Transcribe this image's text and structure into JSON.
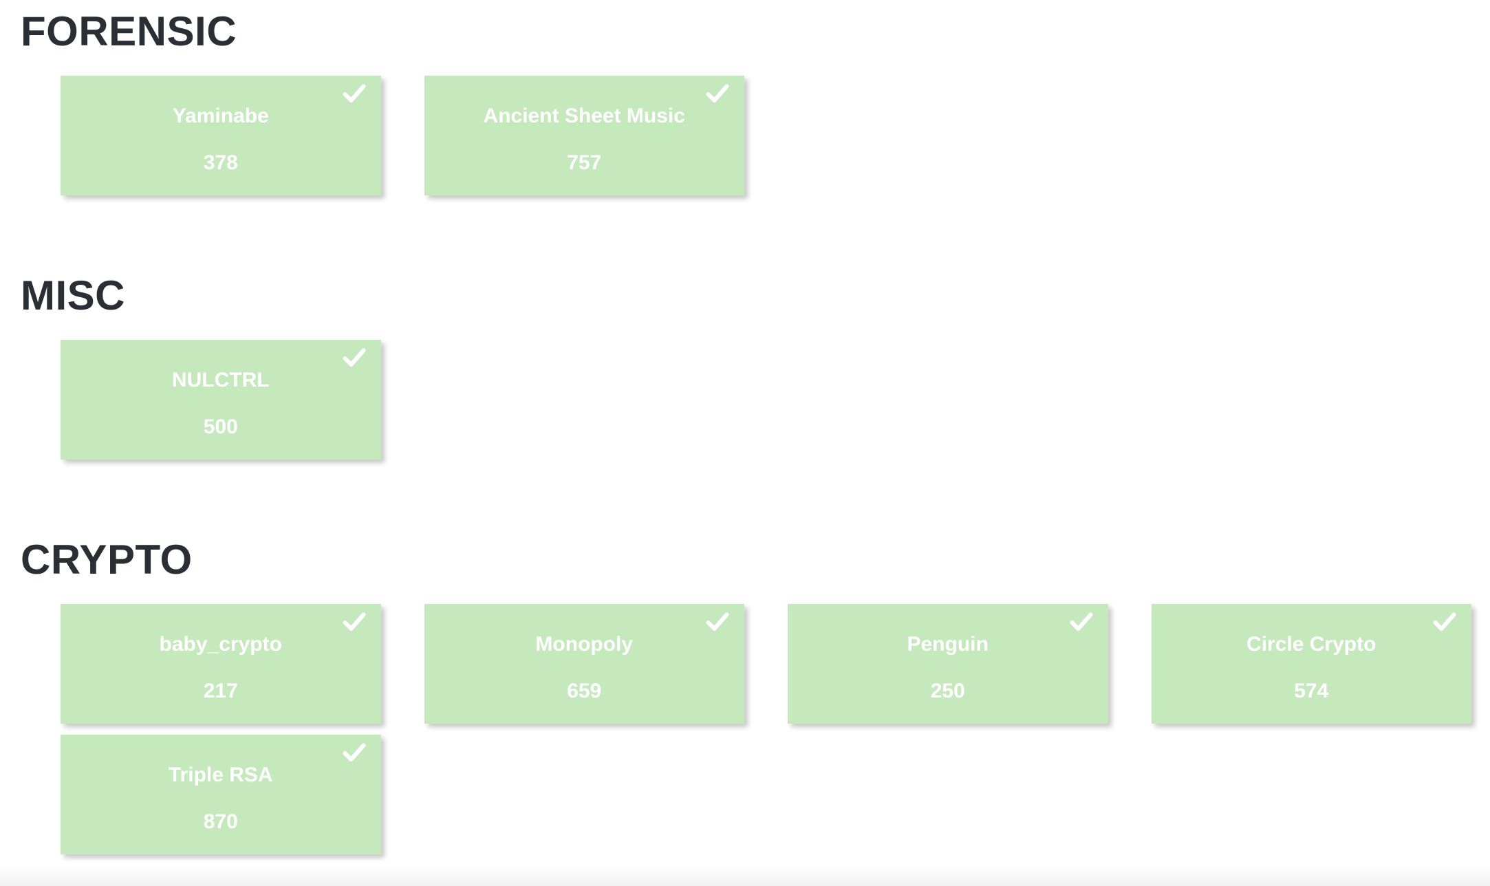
{
  "colors": {
    "card_bg": "#c6e8bd",
    "card_text": "#ffffff",
    "heading_text": "#2a2e35",
    "page_bg": "#ffffff"
  },
  "icons": {
    "solved_check": "check-mark"
  },
  "sections": [
    {
      "title": "FORENSIC",
      "challenges": [
        {
          "name": "Yaminabe",
          "points": "378",
          "solved": true
        },
        {
          "name": "Ancient Sheet Music",
          "points": "757",
          "solved": true
        }
      ]
    },
    {
      "title": "MISC",
      "challenges": [
        {
          "name": "NULCTRL",
          "points": "500",
          "solved": true
        }
      ]
    },
    {
      "title": "CRYPTO",
      "challenges": [
        {
          "name": "baby_crypto",
          "points": "217",
          "solved": true
        },
        {
          "name": "Monopoly",
          "points": "659",
          "solved": true
        },
        {
          "name": "Penguin",
          "points": "250",
          "solved": true
        },
        {
          "name": "Circle Crypto",
          "points": "574",
          "solved": true
        },
        {
          "name": "Triple RSA",
          "points": "870",
          "solved": true
        }
      ]
    }
  ]
}
